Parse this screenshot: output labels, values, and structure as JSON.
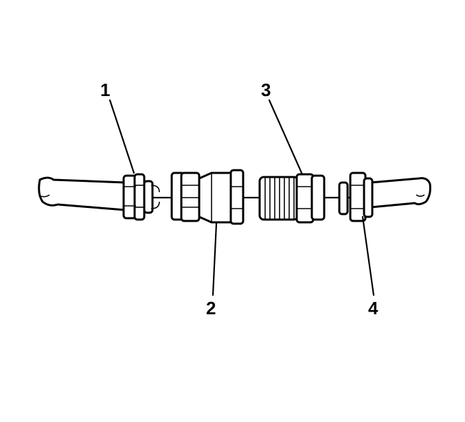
{
  "callouts": [
    {
      "id": "1"
    },
    {
      "id": "2"
    },
    {
      "id": "3"
    },
    {
      "id": "4"
    }
  ],
  "colors": {
    "line": "#000000",
    "background": "#ffffff"
  }
}
